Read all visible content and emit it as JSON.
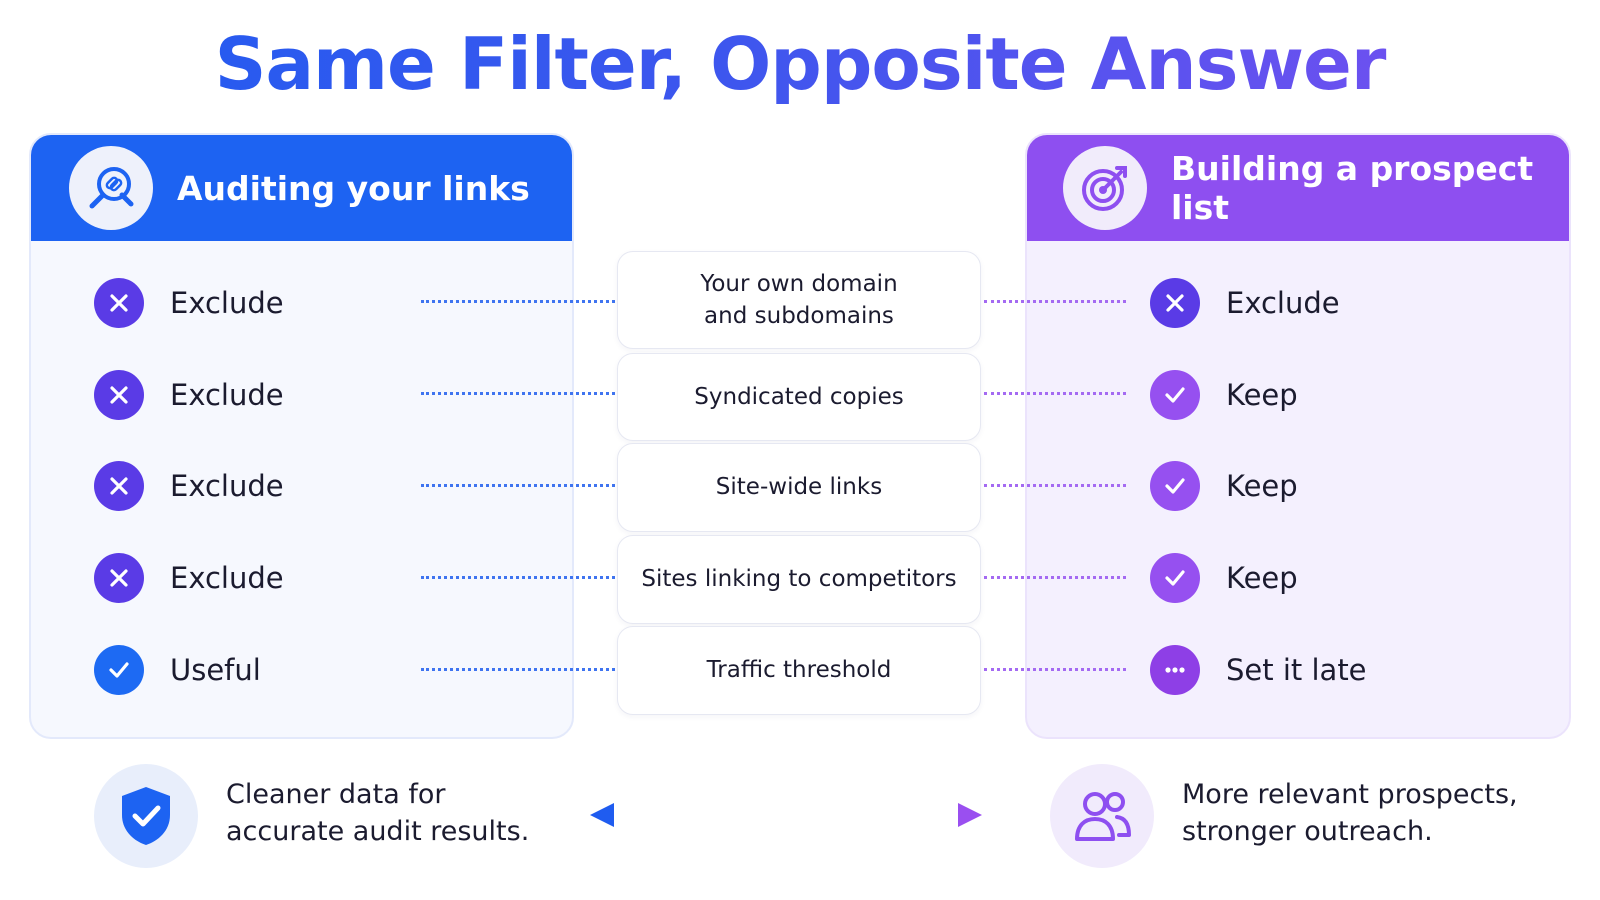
{
  "title": "Same Filter, Opposite Answer",
  "left_panel": {
    "header": "Auditing your links",
    "icon": "magnifier-link-icon",
    "accent": "#1d63f2",
    "rows": [
      {
        "label": "Exclude",
        "status": "x"
      },
      {
        "label": "Exclude",
        "status": "x"
      },
      {
        "label": "Exclude",
        "status": "x"
      },
      {
        "label": "Exclude",
        "status": "x"
      },
      {
        "label": "Useful",
        "status": "check"
      }
    ]
  },
  "right_panel": {
    "header": "Building a prospect list",
    "icon": "target-icon",
    "accent": "#8e4ff0",
    "rows": [
      {
        "label": "Exclude",
        "status": "x"
      },
      {
        "label": "Keep",
        "status": "check"
      },
      {
        "label": "Keep",
        "status": "check"
      },
      {
        "label": "Keep",
        "status": "check"
      },
      {
        "label": "Set it late",
        "status": "dots"
      }
    ]
  },
  "filters": [
    {
      "line1": "Your own domain",
      "line2": "and subdomains"
    },
    {
      "line1": "Syndicated copies",
      "line2": ""
    },
    {
      "line1": "Site-wide links",
      "line2": ""
    },
    {
      "line1": "Sites linking to competitors",
      "line2": ""
    },
    {
      "line1": "Traffic threshold",
      "line2": ""
    }
  ],
  "footer": {
    "left": {
      "line1": "Cleaner data for",
      "line2": "accurate audit results.",
      "icon": "shield-check-icon"
    },
    "right": {
      "line1": "More relevant prospects,",
      "line2": "stronger outreach.",
      "icon": "people-icon"
    },
    "arrow": "double-arrow-icon"
  }
}
